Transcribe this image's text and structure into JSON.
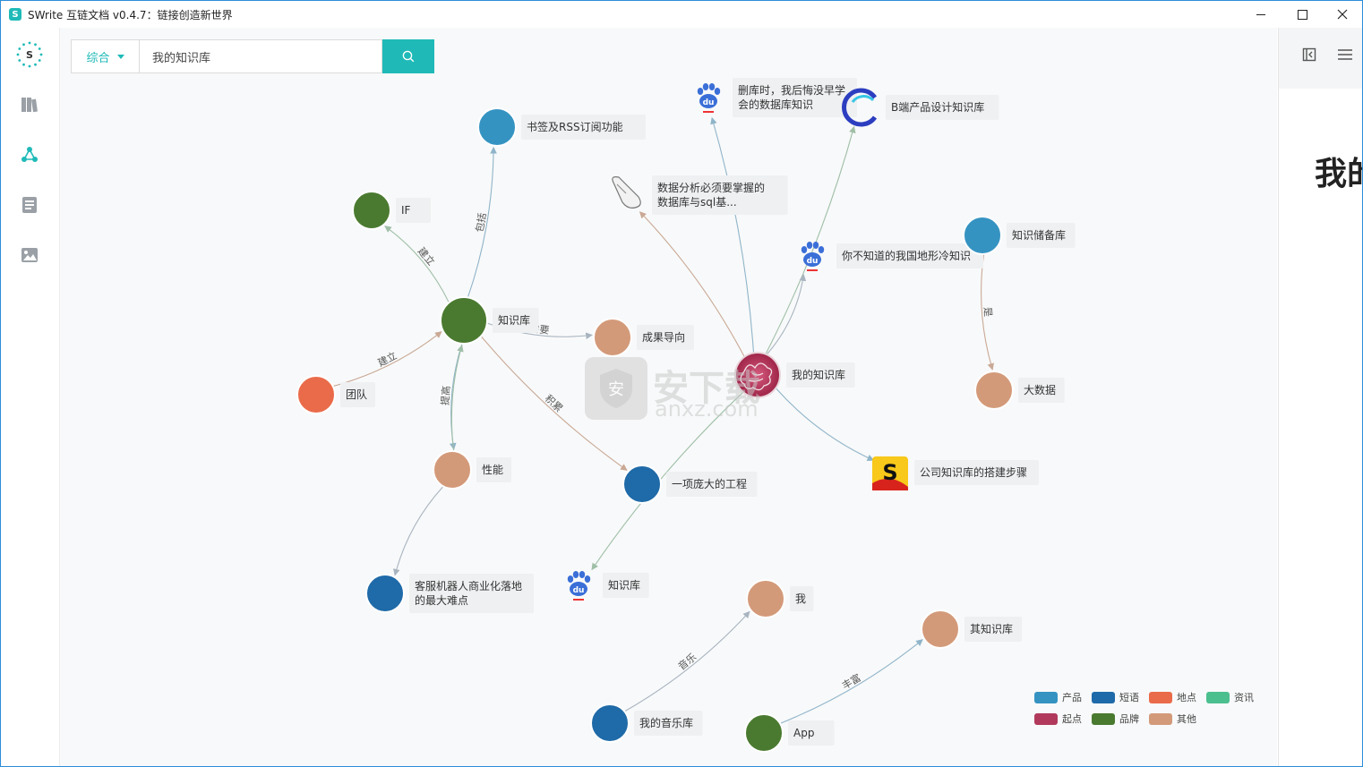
{
  "window": {
    "badge": "S",
    "title": "SWrite 互链文档 v0.4.7：链接创造新世界"
  },
  "search": {
    "scope": "综合",
    "value": "我的知识库"
  },
  "right_panel": {
    "title": "我的"
  },
  "watermark": {
    "glyph": "安",
    "text": "安下载",
    "sub": "anxz.com"
  },
  "colors": {
    "accent": "#1fbab8",
    "product": "#3593c2",
    "phrase": "#1f6aa8",
    "place": "#ea6b4a",
    "news": "#4cbf8f",
    "origin": "#b13a5c",
    "brand": "#4a7a30",
    "other": "#d39a7a"
  },
  "legend": [
    {
      "label": "产品",
      "color": "#3593c2"
    },
    {
      "label": "短语",
      "color": "#1f6aa8"
    },
    {
      "label": "地点",
      "color": "#ea6b4a"
    },
    {
      "label": "资讯",
      "color": "#4cbf8f"
    },
    {
      "label": "起点",
      "color": "#b13a5c"
    },
    {
      "label": "品牌",
      "color": "#4a7a30"
    },
    {
      "label": "其他",
      "color": "#d39a7a"
    }
  ],
  "graph": {
    "nodes": [
      {
        "id": "bookmark",
        "label": "书签及RSS订阅功能",
        "category": "产品",
        "icon": "circle"
      },
      {
        "id": "if",
        "label": "IF",
        "category": "品牌",
        "icon": "circle"
      },
      {
        "id": "kb1",
        "label": "知识库",
        "category": "品牌",
        "icon": "circle"
      },
      {
        "id": "team",
        "label": "团队",
        "category": "地点",
        "icon": "circle"
      },
      {
        "id": "result",
        "label": "成果导向",
        "category": "其他",
        "icon": "circle"
      },
      {
        "id": "perf",
        "label": "性能",
        "category": "其他",
        "icon": "circle"
      },
      {
        "id": "bigproject",
        "label": "一项庞大的工程",
        "category": "短语",
        "icon": "circle"
      },
      {
        "id": "robot",
        "label": "客服机器人商业化落地的最大难点",
        "label_lines": [
          "客服机器人商业化落地",
          "的最大难点"
        ],
        "category": "短语",
        "icon": "circle"
      },
      {
        "id": "mykb",
        "label": "我的知识库",
        "category": "起点",
        "icon": "brain-icon"
      },
      {
        "id": "delete",
        "label": "删库时，我后悔没早学会的数据库知识",
        "label_lines": [
          "删库时，我后悔没早学",
          "会的数据库知识"
        ],
        "category": "资讯",
        "icon": "baidu-icon"
      },
      {
        "id": "bproduct",
        "label": "B端产品设计知识库",
        "category": "资讯",
        "icon": "c-logo-icon"
      },
      {
        "id": "sql",
        "label": "数据分析必须要掌握的数据库与sql基...",
        "label_lines": [
          "数据分析必须要掌握的",
          "数据库与sql基..."
        ],
        "category": "资讯",
        "icon": "mouse-icon"
      },
      {
        "id": "geo",
        "label": "你不知道的我国地形冷知识",
        "category": "资讯",
        "icon": "baidu-icon"
      },
      {
        "id": "storage",
        "label": "知识储备库",
        "category": "产品",
        "icon": "circle"
      },
      {
        "id": "bigdata",
        "label": "大数据",
        "category": "其他",
        "icon": "circle"
      },
      {
        "id": "company",
        "label": "公司知识库的搭建步骤",
        "category": "资讯",
        "icon": "s-logo-icon"
      },
      {
        "id": "kb2",
        "label": "知识库",
        "category": "资讯",
        "icon": "baidu-icon"
      },
      {
        "id": "me",
        "label": "我",
        "category": "其他",
        "icon": "circle"
      },
      {
        "id": "itskb",
        "label": "其知识库",
        "category": "其他",
        "icon": "circle"
      },
      {
        "id": "music",
        "label": "我的音乐库",
        "category": "短语",
        "icon": "circle"
      },
      {
        "id": "app",
        "label": "App",
        "category": "品牌",
        "icon": "circle"
      }
    ],
    "edges": [
      {
        "from": "kb1",
        "to": "bookmark",
        "label": "包括"
      },
      {
        "from": "kb1",
        "to": "if",
        "label": "建立"
      },
      {
        "from": "team",
        "to": "kb1",
        "label": "建立"
      },
      {
        "from": "kb1",
        "to": "result",
        "label": "需要"
      },
      {
        "from": "kb1",
        "to": "perf",
        "label": "提高"
      },
      {
        "from": "perf",
        "to": "kb1",
        "label": ""
      },
      {
        "from": "kb1",
        "to": "bigproject",
        "label": "积累"
      },
      {
        "from": "perf",
        "to": "robot",
        "label": ""
      },
      {
        "from": "mykb",
        "to": "delete",
        "label": ""
      },
      {
        "from": "mykb",
        "to": "bproduct",
        "label": ""
      },
      {
        "from": "mykb",
        "to": "sql",
        "label": ""
      },
      {
        "from": "mykb",
        "to": "geo",
        "label": ""
      },
      {
        "from": "mykb",
        "to": "company",
        "label": ""
      },
      {
        "from": "mykb",
        "to": "kb2",
        "label": ""
      },
      {
        "from": "storage",
        "to": "bigdata",
        "label": "是"
      },
      {
        "from": "music",
        "to": "me",
        "label": "音乐"
      },
      {
        "from": "app",
        "to": "itskb",
        "label": "丰富"
      }
    ]
  }
}
